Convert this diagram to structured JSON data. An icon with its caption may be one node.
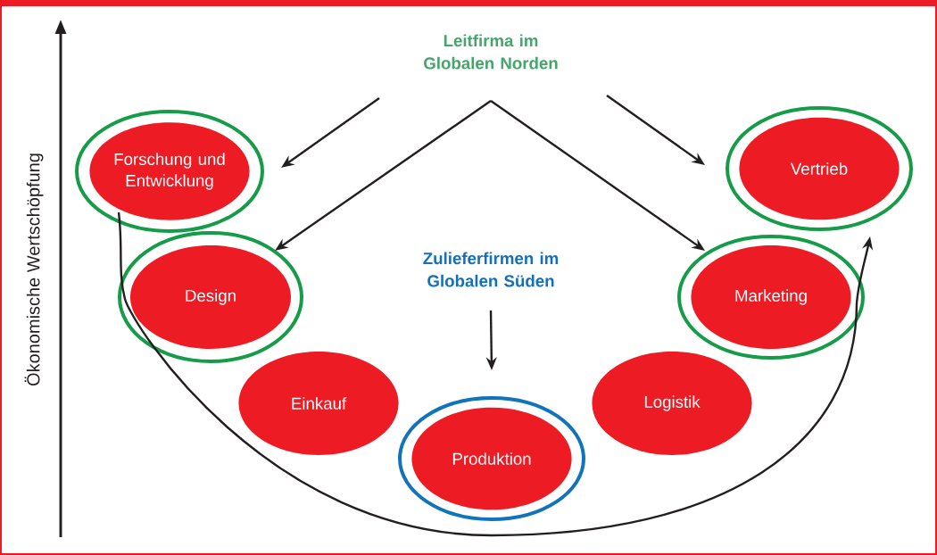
{
  "diagram": {
    "nodes": [
      {
        "text": [
          "Leitfirma im Globalen Norden"
        ]
      },
      {
        "text": [
          "Forschung und Entwicklung"
        ]
      },
      {
        "text": [
          "Design"
        ]
      },
      {
        "text": [
          "Einkauf"
        ]
      },
      {
        "text": [
          "Produktion"
        ]
      },
      {
        "text": [
          "Logistik"
        ]
      },
      {
        "text": [
          "Marketing"
        ]
      },
      {
        "text": [
          "Vertrieb"
        ]
      },
      {
        "text": [
          "Zulieferfirmen im Globalen Süden"
        ]
      }
    ],
    "edges": [
      {
        "from": 0,
        "to": 1,
        "arrow": "to"
      },
      {
        "from": 0,
        "to": 2,
        "arrow": "to"
      },
      {
        "from": 0,
        "to": 6,
        "arrow": "to"
      },
      {
        "from": 0,
        "to": 7,
        "arrow": "to"
      },
      {
        "from": 8,
        "to": 4,
        "arrow": "to"
      },
      {
        "from": 1,
        "to": 7,
        "arrow": "to"
      }
    ],
    "labels": [
      "Ökonomische Wertschöpfung"
    ]
  }
}
